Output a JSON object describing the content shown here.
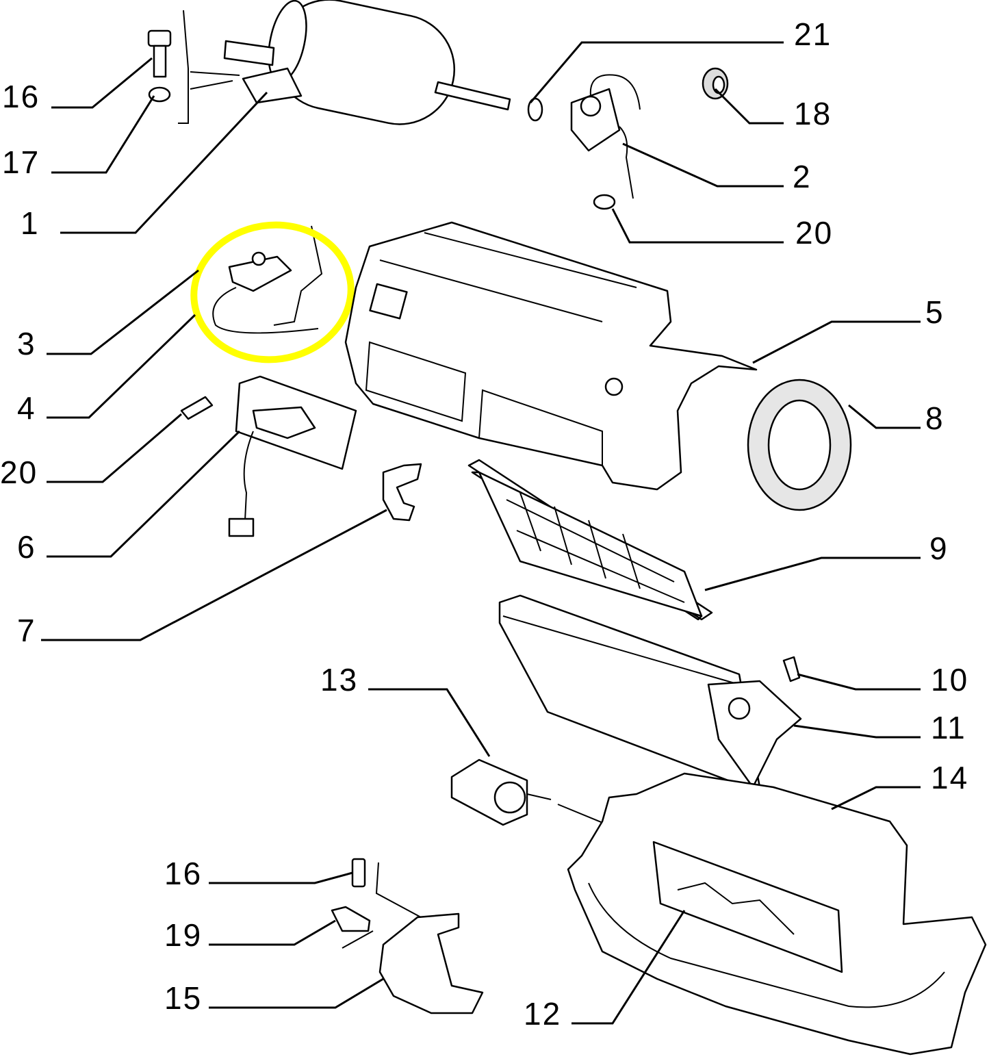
{
  "diagram": {
    "callouts": [
      "16",
      "17",
      "1",
      "3",
      "4",
      "20",
      "6",
      "7",
      "21",
      "18",
      "2",
      "20",
      "5",
      "8",
      "9",
      "10",
      "11",
      "14",
      "13",
      "16",
      "19",
      "15",
      "12"
    ],
    "highlight_color": "#ffff00"
  }
}
